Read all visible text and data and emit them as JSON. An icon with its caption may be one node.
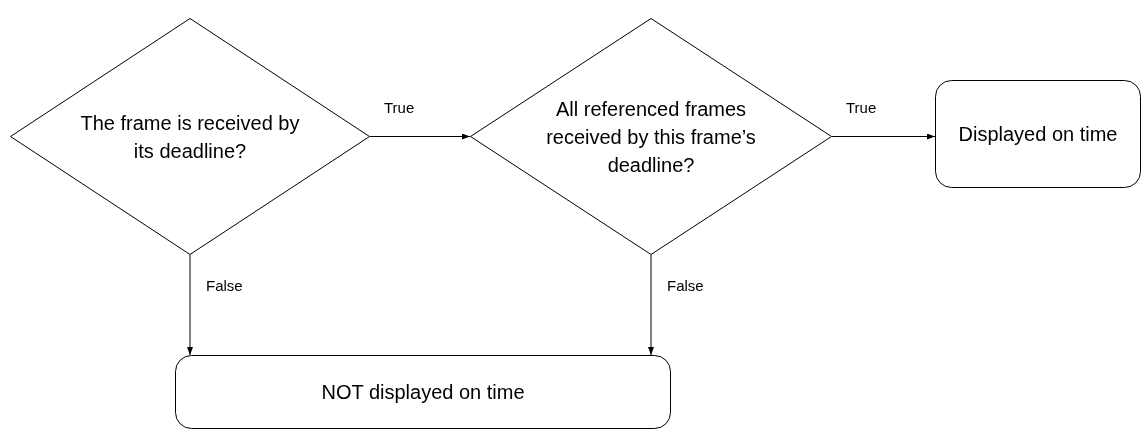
{
  "diagram": {
    "nodes": [
      {
        "text": [
          "The frame is received by its deadline?"
        ]
      },
      {
        "text": [
          "All referenced frames received by this frame’s deadline?"
        ]
      },
      {
        "text": [
          "Displayed on time"
        ]
      },
      {
        "text": [
          "NOT displayed on time"
        ]
      }
    ],
    "edges": [
      {
        "from": 0,
        "to": 1,
        "arrow": "to",
        "label": "True"
      },
      {
        "from": 1,
        "to": 2,
        "arrow": "to",
        "label": "True"
      },
      {
        "from": 0,
        "to": 3,
        "arrow": "to",
        "label": "False"
      },
      {
        "from": 1,
        "to": 3,
        "arrow": "to",
        "label": "False"
      }
    ]
  }
}
